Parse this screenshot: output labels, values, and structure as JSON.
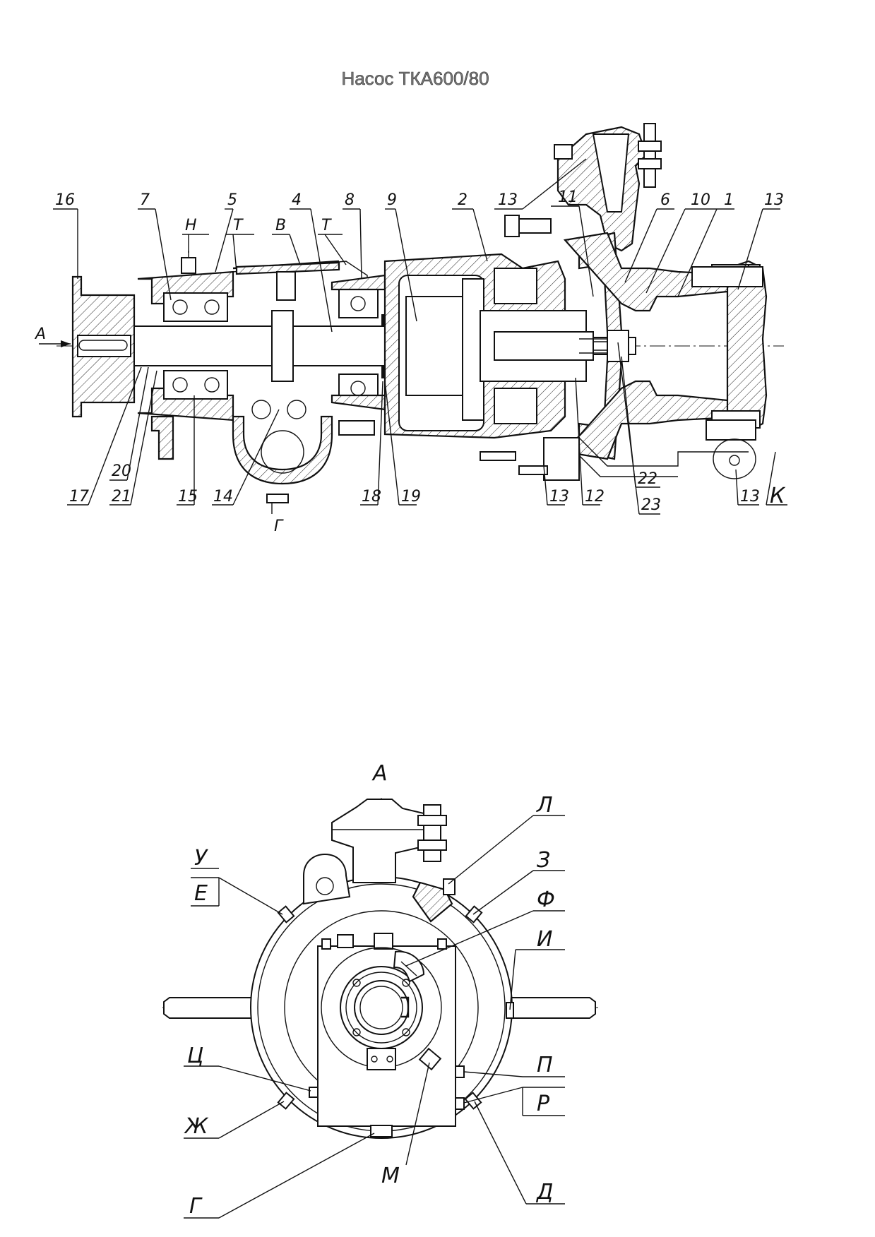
{
  "title": "Насос ТКА600/80",
  "section_view": {
    "direction_label": "А",
    "part_numbers": [
      "16",
      "7",
      "Н",
      "5",
      "Т",
      "В",
      "4",
      "Т",
      "8",
      "9",
      "2",
      "13",
      "11",
      "6",
      "10",
      "1",
      "13"
    ],
    "bottom_labels": [
      "17",
      "20",
      "21",
      "15",
      "14",
      "Г",
      "18",
      "19",
      "13",
      "12",
      "22",
      "23",
      "13",
      "К"
    ]
  },
  "end_view": {
    "view_label": "А",
    "left_labels": [
      "У",
      "Е",
      "Ц",
      "Ж",
      "Г"
    ],
    "right_labels": [
      "Л",
      "З",
      "Ф",
      "И",
      "П",
      "Р",
      "Д"
    ],
    "bottom_label": "М"
  }
}
